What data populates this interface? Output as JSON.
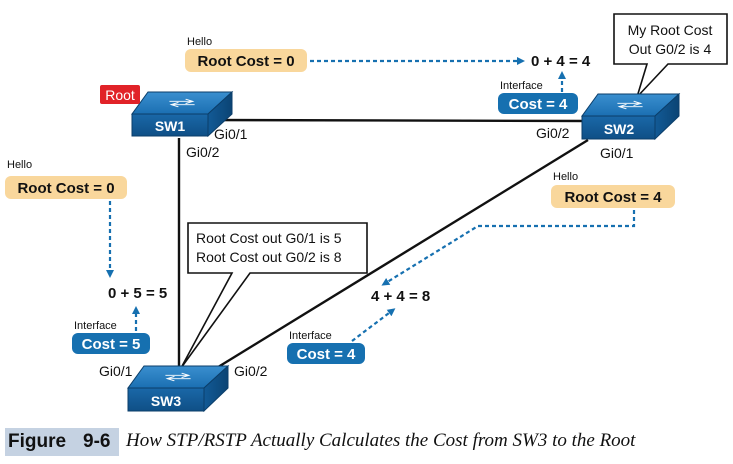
{
  "root_badge": "Root",
  "switches": {
    "sw1": "SW1",
    "sw2": "SW2",
    "sw3": "SW3"
  },
  "ports": {
    "sw1_gi01": "Gi0/1",
    "sw1_gi02": "Gi0/2",
    "sw2_gi02": "Gi0/2",
    "sw2_gi01": "Gi0/1",
    "sw3_gi01": "Gi0/1",
    "sw3_gi02": "Gi0/2"
  },
  "hello_sw1_to_sw2": {
    "label": "Hello",
    "cost": "Root Cost = 0"
  },
  "hello_sw1_to_sw3": {
    "label": "Hello",
    "cost": "Root Cost = 0"
  },
  "hello_sw2_to_sw3": {
    "label": "Hello",
    "cost": "Root Cost = 4"
  },
  "interface_sw2": {
    "label": "Interface",
    "cost": "Cost = 4"
  },
  "interface_sw3_g01": {
    "label": "Interface",
    "cost": "Cost = 5"
  },
  "interface_sw3_g02": {
    "label": "Interface",
    "cost": "Cost = 4"
  },
  "sums": {
    "sw2": "0 + 4 = 4",
    "sw3_g01": "0 + 5 = 5",
    "sw3_g02": "4 + 4 = 8"
  },
  "callouts": {
    "sw2": [
      "My Root Cost",
      "Out G0/2 is 4"
    ],
    "sw3": [
      "Root Cost out G0/1 is 5",
      "Root Cost out G0/2 is 8"
    ]
  },
  "caption": {
    "figure_word": "Figure",
    "figure_number": "9-6",
    "text": "How STP/RSTP Actually Calculates the Cost from SW3 to the Root"
  },
  "colors": {
    "hello_fill": "#f9d79c",
    "interface_fill": "#1670b0",
    "switch_fill": "#1a6db0",
    "root_badge": "#e12228",
    "arrow": "#1670b0",
    "caption_band": "#c5d2e2"
  }
}
